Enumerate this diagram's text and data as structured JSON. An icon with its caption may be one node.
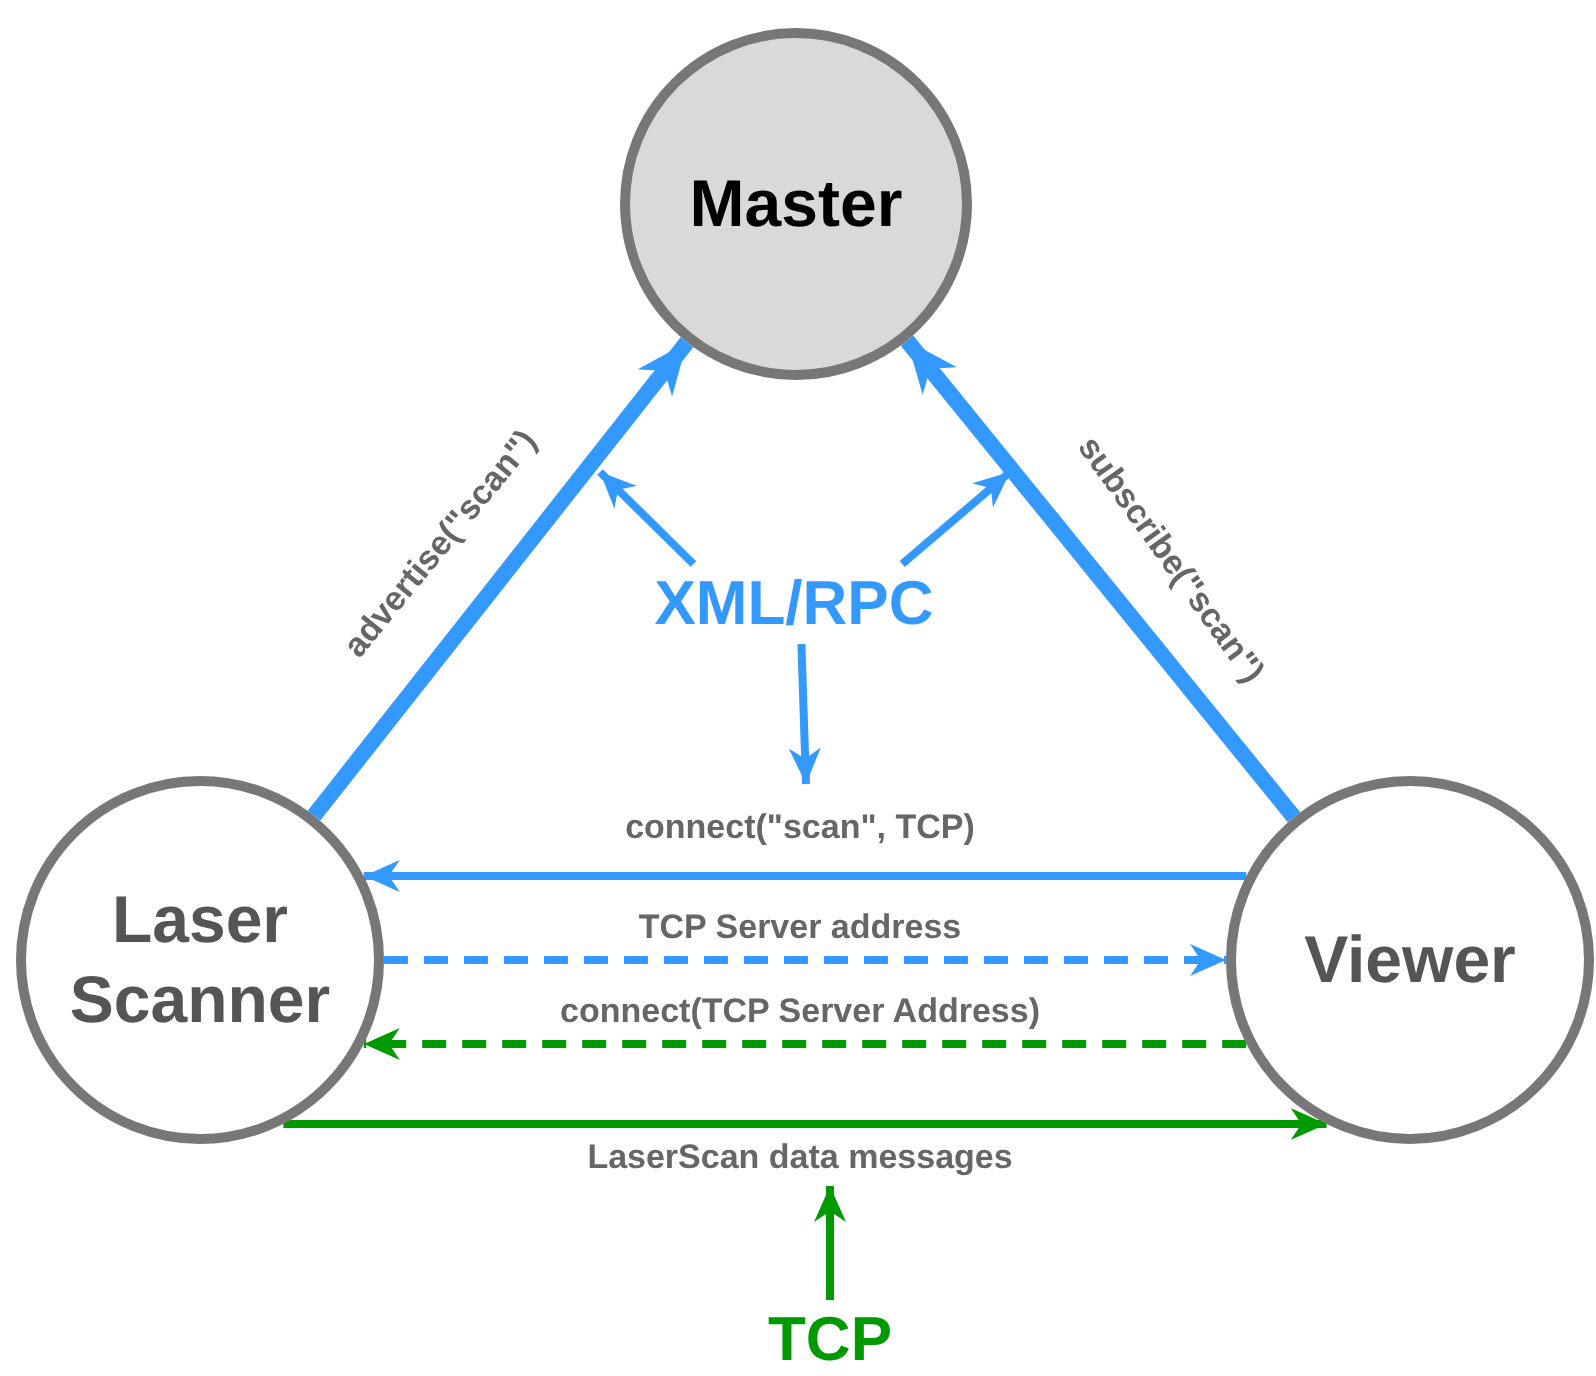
{
  "diagram": {
    "nodes": [
      {
        "text": [
          "Master"
        ]
      },
      {
        "text": [
          "Laser Scanner"
        ]
      },
      {
        "text": [
          "Viewer"
        ]
      },
      {
        "text": [
          "XML/RPC"
        ]
      },
      {
        "text": [
          "TCP"
        ]
      }
    ],
    "edges": [
      {
        "from": 1,
        "to": 0,
        "arrow": "to",
        "label": "advertise(\"scan\")",
        "style": "thick"
      },
      {
        "from": 2,
        "to": 0,
        "arrow": "to",
        "label": "subscribe(\"scan\")",
        "style": "thick"
      },
      {
        "from": 2,
        "to": 1,
        "arrow": "to",
        "label": "connect(\"scan\", TCP)"
      },
      {
        "from": 1,
        "to": 2,
        "arrow": "to",
        "label": "TCP Server address",
        "style": "dashed"
      },
      {
        "from": 2,
        "to": 1,
        "arrow": "to",
        "label": "connect(TCP Server Address)",
        "style": "dashed",
        "color": "#009900"
      },
      {
        "from": 1,
        "to": 2,
        "arrow": "to",
        "label": "LaserScan data messages",
        "color": "#009900"
      },
      {
        "from": 3,
        "to": null,
        "arrow": "to"
      },
      {
        "from": 3,
        "to": null,
        "arrow": "to"
      },
      {
        "from": 3,
        "to": null,
        "arrow": "to"
      },
      {
        "from": 4,
        "to": null,
        "arrow": "to",
        "color": "#009900"
      }
    ]
  }
}
